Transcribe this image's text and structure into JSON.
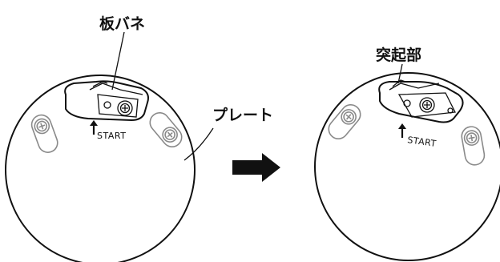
{
  "labels": {
    "leaf_spring": "板バネ",
    "plate": "プレート",
    "protrusion": "突起部",
    "start_left": "START",
    "start_right": "START"
  },
  "colors": {
    "line": "#111111",
    "part_grey": "#8a8a8a",
    "arrow": "#111111"
  },
  "icons": {
    "step_arrow": "right-arrow-icon",
    "start_arrow": "up-arrow-icon",
    "screws": "phillips-screw-icon"
  }
}
